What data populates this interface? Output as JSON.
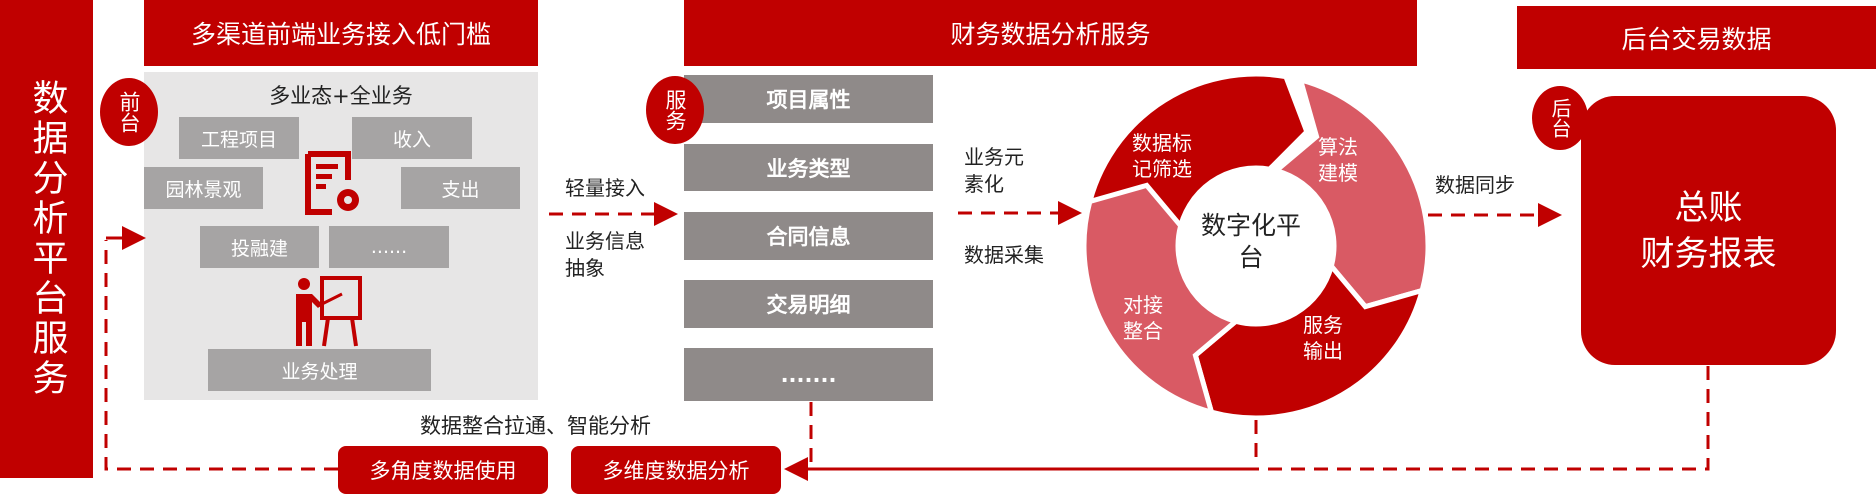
{
  "colors": {
    "accent": "#c00000",
    "accent_light": "#d95a64",
    "service_gray": "#8f8a89",
    "front_gray": "#a6a4a4",
    "panel": "#e7e6e6"
  },
  "side_title": "数据分析平台服务",
  "front": {
    "header": "多渠道前端业务接入低门槛",
    "badge": "前台",
    "title": "多业态+全业务",
    "items": [
      "工程项目",
      "收入",
      "园林景观",
      "支出",
      "投融建",
      "......"
    ],
    "process": "业务处理",
    "icons": [
      "document-gear-icon",
      "presenter-icon"
    ]
  },
  "link1": {
    "top": "轻量接入",
    "bottom": "业务信息抽象"
  },
  "service": {
    "header": "财务数据分析服务",
    "badge": "服务",
    "items": [
      "项目属性",
      "业务类型",
      "合同信息",
      "交易明细",
      "......."
    ]
  },
  "link2": {
    "top": "业务元素化",
    "bottom": "数据采集"
  },
  "ring": {
    "center": "数字化平台",
    "segments": [
      "数据标记筛选",
      "算法建模",
      "服务输出",
      "对接整合"
    ]
  },
  "link3": {
    "top": "数据同步"
  },
  "backend": {
    "header": "后台交易数据",
    "badge": "后台",
    "box_line1": "总账",
    "box_line2": "财务报表"
  },
  "bottom": {
    "caption": "数据整合拉通、智能分析",
    "btn_use": "多角度数据使用",
    "btn_analysis": "多维度数据分析"
  }
}
